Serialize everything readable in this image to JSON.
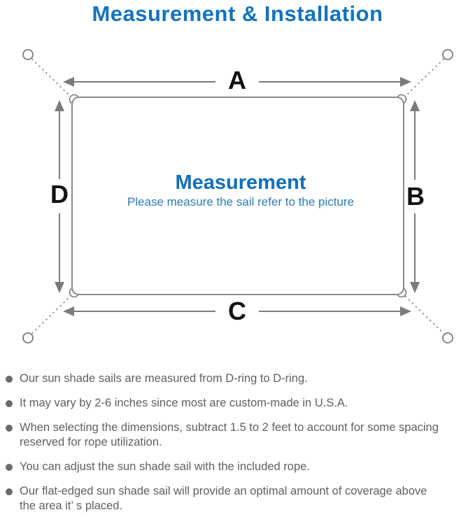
{
  "title": "Measurement & Installation",
  "diagram": {
    "labels": {
      "top": "A",
      "right": "B",
      "bottom": "C",
      "left": "D"
    },
    "center_title": "Measurement",
    "center_subtitle": "Please measure the sail refer to the picture"
  },
  "notes": [
    {
      "lines": [
        "Our sun shade sails are measured from D-ring to D-ring."
      ]
    },
    {
      "lines": [
        "It may vary by 2-6 inches since most are custom-made in U.S.A."
      ]
    },
    {
      "lines": [
        "When selecting the dimensions, subtract 1.5 to 2 feet to account for some spacing",
        "reserved for rope utilization."
      ]
    },
    {
      "lines": [
        "You can adjust the sun shade sail with the included rope."
      ]
    },
    {
      "lines": [
        "Our flat-edged sun shade sail will provide an optimal amount of coverage above",
        "the area it’ s placed."
      ]
    }
  ],
  "colors": {
    "accent_blue": "#1373bc",
    "center_title_blue": "#1070b8",
    "center_subtitle_blue": "#2c7cb3",
    "note_text_gray": "#5f5f5f",
    "line_gray": "#7b7b7b",
    "label_black": "#111111"
  }
}
